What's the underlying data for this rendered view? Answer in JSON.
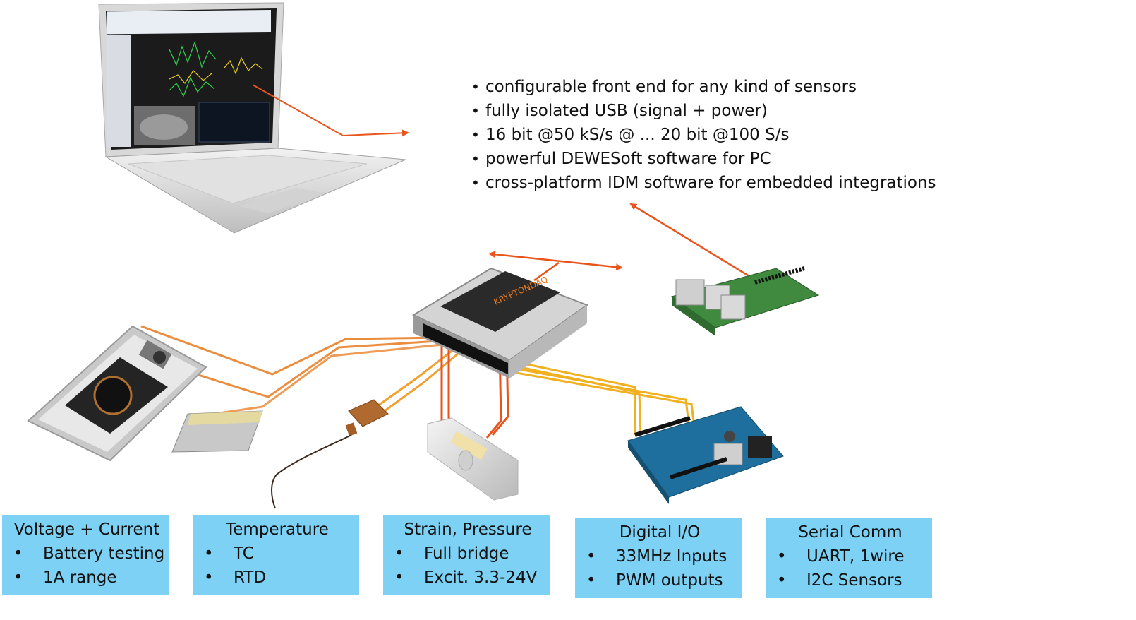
{
  "features": {
    "items": [
      "configurable front end for any kind of sensors",
      "fully isolated USB (signal + power)",
      "16 bit @50 kS/s @ ... 20 bit @100 S/s",
      "powerful DEWESoft software for PC",
      "cross-platform IDM software for embedded integrations"
    ]
  },
  "device": {
    "brand": "KRYPTONDAQ"
  },
  "categories": [
    {
      "title": "Voltage + Current",
      "items": [
        "Battery testing",
        "1A range"
      ]
    },
    {
      "title": "Temperature",
      "items": [
        "TC",
        "RTD"
      ]
    },
    {
      "title": "Strain, Pressure",
      "items": [
        "Full bridge",
        "Excit. 3.3-24V"
      ]
    },
    {
      "title": "Digital I/O",
      "items": [
        "33MHz Inputs",
        "PWM outputs"
      ]
    },
    {
      "title": "Serial Comm",
      "items": [
        "UART, 1wire",
        "I2C Sensors"
      ]
    }
  ],
  "bullet_glyph": "•",
  "colors": {
    "box_fill": "#7dd1f4",
    "arrow": "#e8541c",
    "wire_orange": "#e8791c",
    "wire_yellow": "#f0b020",
    "pcb_green": "#3f8a3f",
    "arduino_blue": "#1f6f9e"
  },
  "icons": [
    "laptop-icon",
    "smartphone-icon",
    "battery-icon",
    "thermocouple-icon",
    "load-cell-icon",
    "daq-device-icon",
    "raspberry-pi-icon",
    "arduino-icon"
  ]
}
